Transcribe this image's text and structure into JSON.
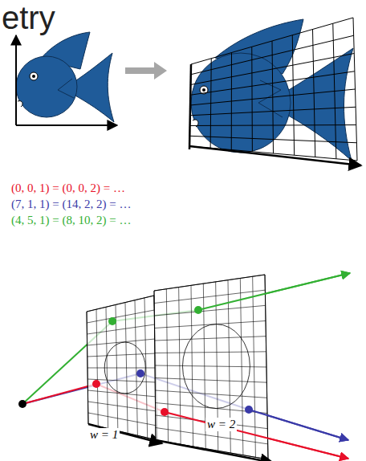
{
  "diagram": {
    "title": "etry",
    "labels": [
      "(0, 0, 1) = (0, 0, 2) = …",
      "(7, 1, 1) = (14, 2, 2) = …",
      "(4, 5, 1) = (8, 10, 2) = …",
      "w = 1",
      "w = 2"
    ]
  }
}
